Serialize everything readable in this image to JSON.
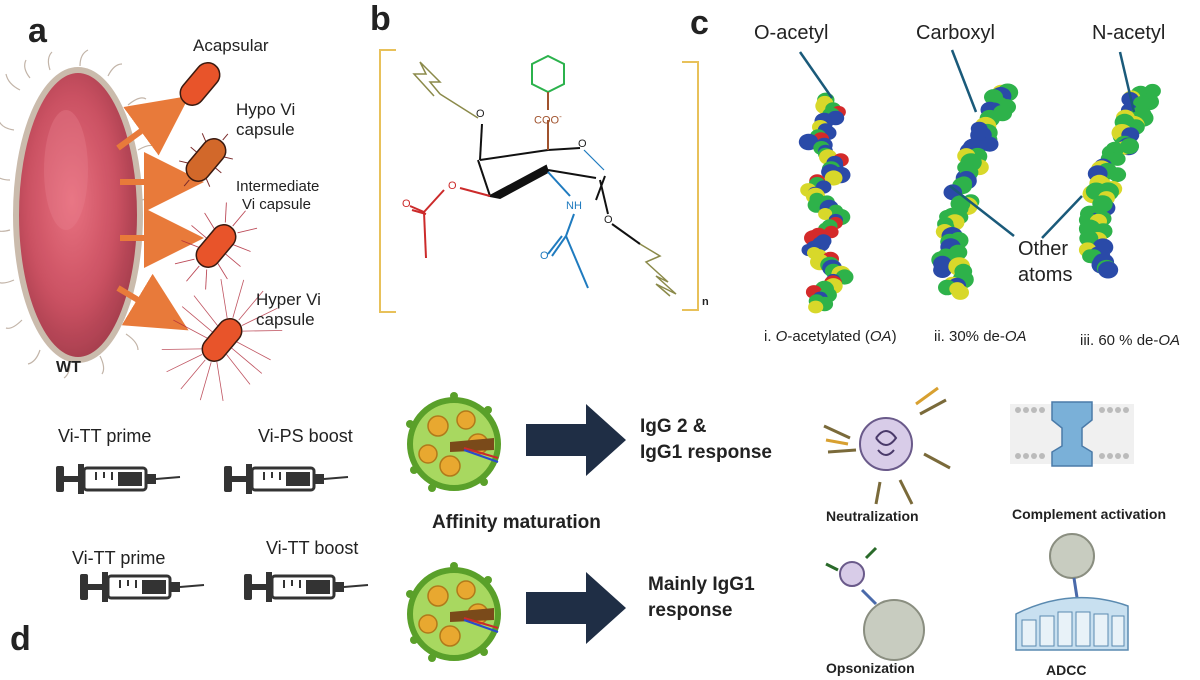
{
  "panels": {
    "a": "a",
    "b": "b",
    "c": "c",
    "d": "d"
  },
  "panel_a": {
    "wt_label": "WT",
    "variants": [
      {
        "line1": "Acapsular",
        "line2": ""
      },
      {
        "line1": "Hypo Vi",
        "line2": "capsule"
      },
      {
        "line1": "Intermediate",
        "line2": "Vi  capsule"
      },
      {
        "line1": "Hyper Vi",
        "line2": "capsule"
      }
    ]
  },
  "panel_b": {
    "carboxylate": "COO",
    "carboxylate_charge": "-",
    "nh": "NH",
    "o_labels": [
      "O",
      "O",
      "O",
      "O",
      "O",
      "O"
    ],
    "repeat_subscript": "n"
  },
  "panel_c": {
    "pointer_labels": {
      "o_acetyl": "O-acetyl",
      "carboxyl": "Carboxyl",
      "n_acetyl": "N-acetyl"
    },
    "other_atoms": [
      "Other",
      "atoms"
    ],
    "captions": [
      {
        "pre": "i. ",
        "ital": "O",
        "mid": "-acetylated (",
        "ital2": "OA",
        "post": ")"
      },
      {
        "pre": "ii. 30% de-",
        "ital": "OA"
      },
      {
        "pre": "iii. 60 % de-",
        "ital": "OA"
      }
    ]
  },
  "panel_d": {
    "regimens": [
      {
        "prime": "Vi-TT prime",
        "boost": "Vi-PS boost",
        "response_line1": "IgG 2 &",
        "response_line2": "IgG1 response"
      },
      {
        "prime": "Vi-TT prime",
        "boost": "Vi-TT boost",
        "response_line1": "Mainly IgG1",
        "response_line2": "response"
      }
    ],
    "affinity_label": "Affinity maturation",
    "mechanisms": [
      "Neutralization",
      "Complement activation",
      "Opsonization",
      "ADCC"
    ]
  },
  "colors": {
    "bracket": "#e8c15a",
    "ring_green": "#2bb24c",
    "coo_brown": "#a0522d",
    "acetyl_red": "#cc2b2b",
    "nacetyl_blue": "#1f7bbf",
    "lightning": "#8b8a4a",
    "bacterium_orange": "#e8542a",
    "arrow_orange": "#e87a3a",
    "arrow_navy": "#1f2e45",
    "atom_green": "#2eb24a",
    "atom_blue": "#2a4aa8",
    "atom_yellow": "#d8d82a",
    "atom_red": "#d42a2a"
  }
}
